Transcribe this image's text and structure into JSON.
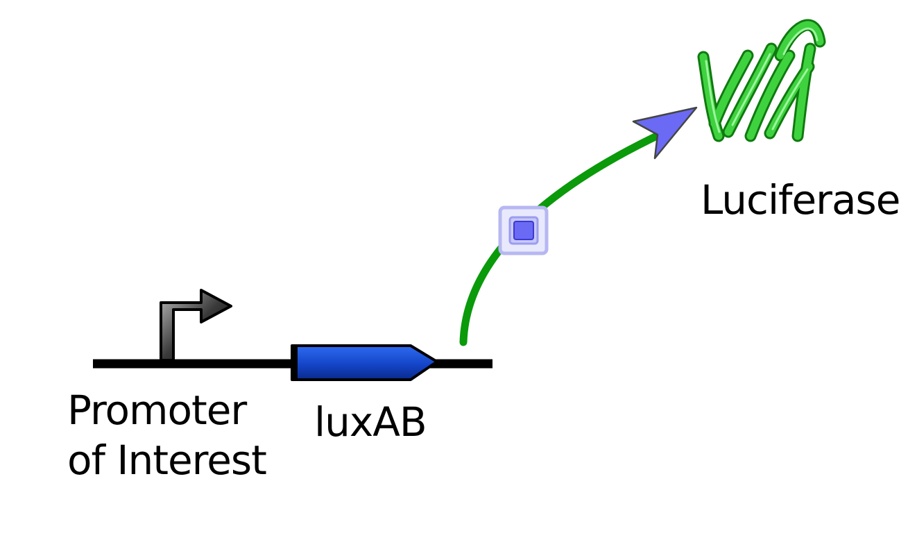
{
  "labels": {
    "promoter_line1": "Promoter",
    "promoter_line2": "of Interest",
    "gene": "luxAB",
    "protein": "Luciferase"
  },
  "colors": {
    "backbone": "#000000",
    "cds_fill": "#1445c8",
    "cds_dark": "#0a2a8c",
    "expression_arrow": "#0a9a0a",
    "arrowhead": "#6a6af5",
    "protein": "#3fd23f",
    "protein_dark": "#0f7a0f",
    "marker": "#6a6af5"
  },
  "icons": {
    "promoter": "promoter-arrow-icon",
    "cds": "cds-arrow-icon",
    "protein": "luciferase-protein-icon",
    "marker": "selection-marker-icon"
  }
}
